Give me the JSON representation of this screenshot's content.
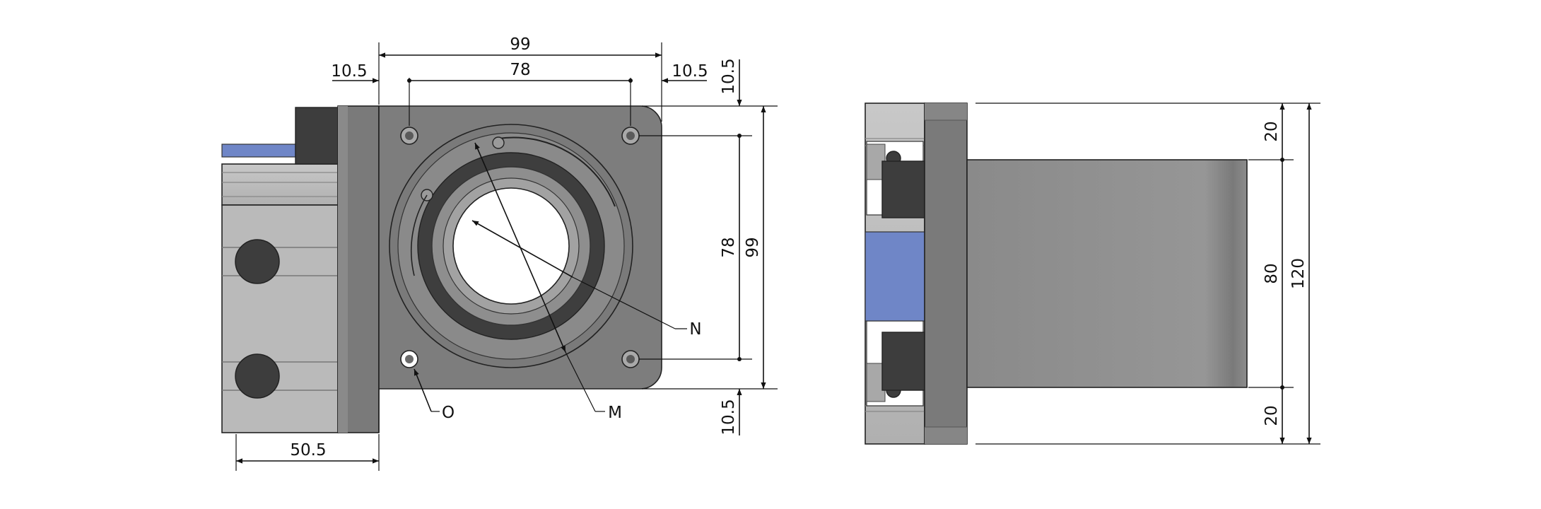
{
  "drawing": {
    "colors": {
      "housing": "#7d7d7d",
      "housing_dark": "#6a6a6a",
      "frame": "#bdbdbd",
      "cylinder": "#959595",
      "accent": "#6f86c7",
      "dark_block": "#3d3d3d",
      "line": "#111111",
      "bore": "#ffffff"
    },
    "front_view": {
      "dim_overall_width": "99",
      "dim_hole_spacing_x": "78",
      "dim_edge_left": "10.5",
      "dim_edge_right": "10.5",
      "dim_edge_top": "10.5",
      "dim_edge_bottom": "10.5",
      "dim_hole_spacing_y": "78",
      "dim_overall_height": "99",
      "dim_bottom_offset": "50.5",
      "callout_n": "N",
      "callout_o": "O",
      "callout_m": "M"
    },
    "side_view": {
      "dim_top_segment": "20",
      "dim_middle_segment": "80",
      "dim_bottom_segment": "20",
      "dim_total_height": "120"
    }
  }
}
